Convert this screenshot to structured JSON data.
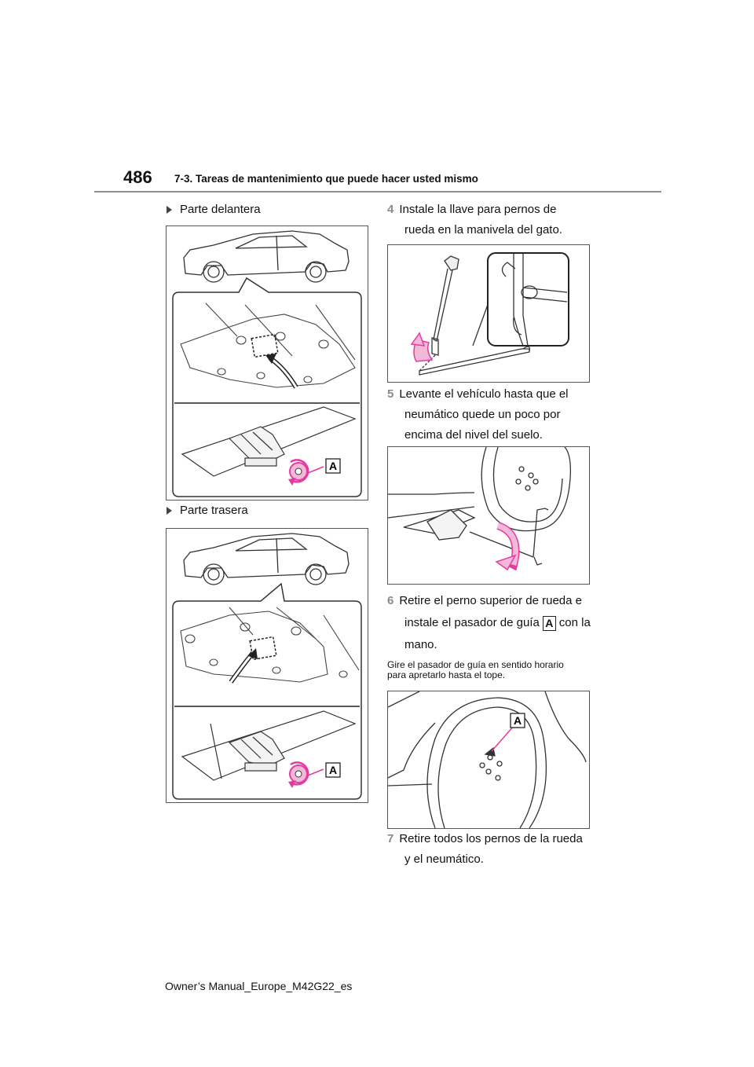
{
  "header": {
    "page_number": "486",
    "section_title": "7-3. Tareas de mantenimiento que puede hacer usted mismo"
  },
  "left_column": {
    "front_label": "Parte delantera",
    "rear_label": "Parte trasera",
    "callout_front": "A",
    "callout_rear": "A"
  },
  "right_column": {
    "step4": {
      "number": "4",
      "line1": "Instale la llave para pernos de",
      "line2": "rueda en la manivela del gato."
    },
    "step5": {
      "number": "5",
      "line1": "Levante el vehículo hasta que el",
      "line2": "neumático quede un poco por",
      "line3": "encima del nivel del suelo."
    },
    "step6": {
      "number": "6",
      "line1": "Retire el perno superior de rueda e",
      "line2_pre": "instale el pasador de guía",
      "line2_callout": "A",
      "line2_post": "con la",
      "line3": "mano."
    },
    "step6_note": {
      "line1": "Gire el pasador de guía en sentido horario",
      "line2": "para apretarlo hasta el tope."
    },
    "step6_callout": "A",
    "step7": {
      "number": "7",
      "line1": "Retire todos los pernos de la rueda",
      "line2": "y el neumático."
    }
  },
  "footer": {
    "text": "Owner’s Manual_Europe_M42G22_es"
  },
  "colors": {
    "accent_pink": "#e23ca0",
    "pink_fill": "#f2b8d8",
    "rule_gray": "#8f8f8f",
    "step_number_gray": "#8a8a8a"
  }
}
